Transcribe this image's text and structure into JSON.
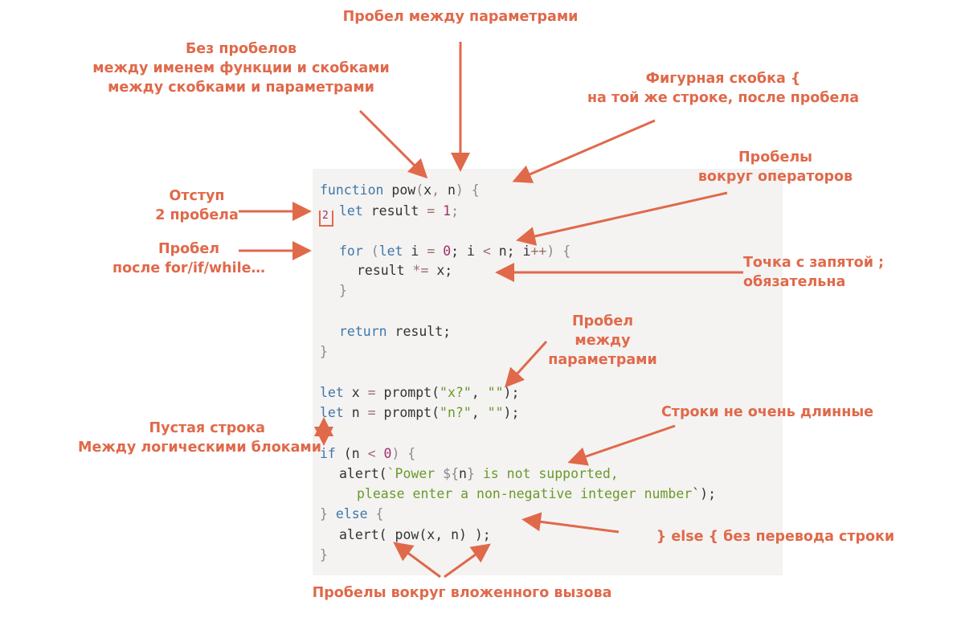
{
  "labels": {
    "space_between_params_top": "Пробел между параметрами",
    "no_spaces": [
      "Без пробелов",
      "между именем функции и скобками",
      "между скобками и параметрами"
    ],
    "curly_brace": [
      "Фигурная скобка {",
      "на той же строке, после пробела"
    ],
    "spaces_around_ops": [
      "Пробелы",
      "вокруг операторов"
    ],
    "indent": [
      "Отступ",
      "2 пробела"
    ],
    "space_after_for": [
      "Пробел",
      "после for/if/while…"
    ],
    "semicolon": [
      "Точка с запятой ;",
      "обязательна"
    ],
    "space_between_params_mid": [
      "Пробел",
      "между",
      "параметрами"
    ],
    "empty_line": [
      "Пустая строка",
      "Между логическими блоками"
    ],
    "lines_not_long": "Строки не очень длинные",
    "else_no_newline": "} else { без перевода строки",
    "spaces_nested_call": "Пробелы вокруг вложенного вызова"
  },
  "indent_marker": "2",
  "code": {
    "l1": [
      "function",
      " pow",
      "(",
      "x",
      ", ",
      "n",
      ") {"
    ],
    "l2": [
      "let",
      " result ",
      "=",
      " ",
      "1",
      ";"
    ],
    "l3": [
      "for",
      " (",
      "let",
      " i ",
      "=",
      " ",
      "0",
      "; i ",
      "<",
      " n; i",
      "++",
      ") {"
    ],
    "l4": [
      "result ",
      "*=",
      " x;"
    ],
    "l5": "}",
    "l6": [
      "return",
      " result;"
    ],
    "l7": "}",
    "l8": [
      "let",
      " x ",
      "=",
      " prompt(",
      "\"x?\"",
      ", ",
      "\"\"",
      ");"
    ],
    "l9": [
      "let",
      " n ",
      "=",
      " prompt(",
      "\"n?\"",
      ", ",
      "\"\"",
      ");"
    ],
    "l10": [
      "if",
      " (n ",
      "<",
      " ",
      "0",
      ") {"
    ],
    "l11": [
      "alert(",
      "`Power ",
      "${",
      "n",
      "}",
      " is not supported,"
    ],
    "l12": [
      "please enter a non-negative integer number",
      "`);"
    ],
    "l13": [
      "} ",
      "else",
      " {"
    ],
    "l14": "alert( pow(x, n) );",
    "l15": "}"
  },
  "colors": {
    "accent": "#e0694a",
    "keyword": "#3f77a8",
    "number": "#a0306b",
    "string": "#6a9a2a",
    "panel": "#f4f3f2"
  }
}
